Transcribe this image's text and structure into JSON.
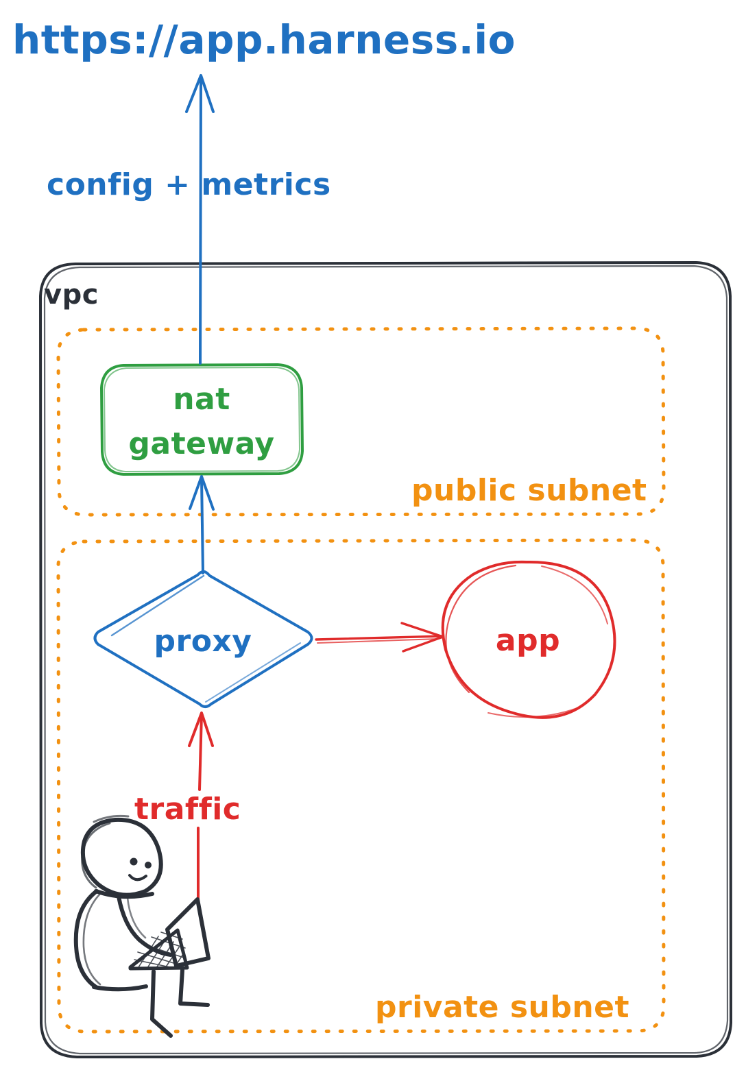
{
  "diagram": {
    "title": "Harness delegate VPC network topology",
    "style": "hand-drawn sketch",
    "background_color": "#ffffff"
  },
  "colors": {
    "blue": "#1f70c1",
    "green": "#2f9e41",
    "orange": "#f29111",
    "red": "#e02b2b",
    "black": "#2b3038"
  },
  "external": {
    "url_label": "https://app.harness.io",
    "url_color": "#1f70c1"
  },
  "edges": {
    "config_metrics_label": "config + metrics",
    "config_metrics_color": "#1f70c1",
    "traffic_label": "traffic",
    "traffic_color": "#e02b2b",
    "proxy_to_app_color": "#e02b2b",
    "proxy_to_nat_color": "#1f70c1",
    "nat_to_internet_color": "#1f70c1"
  },
  "vpc": {
    "label": "vpc",
    "label_color": "#2b3038",
    "border_color": "#2b3038",
    "border_style": "solid-rounded"
  },
  "subnets": [
    {
      "id": "public",
      "label": "public subnet",
      "label_color": "#f29111",
      "border_color": "#f29111",
      "border_style": "dotted-rounded",
      "nodes": [
        {
          "id": "nat-gateway",
          "shape": "rounded-rectangle",
          "label_line1": "nat",
          "label_line2": "gateway",
          "color": "#2f9e41"
        }
      ]
    },
    {
      "id": "private",
      "label": "private subnet",
      "label_color": "#f29111",
      "border_color": "#f29111",
      "border_style": "dotted-rounded",
      "nodes": [
        {
          "id": "proxy",
          "shape": "diamond",
          "label": "proxy",
          "color": "#1f70c1"
        },
        {
          "id": "app",
          "shape": "ellipse",
          "label": "app",
          "color": "#e02b2b"
        },
        {
          "id": "user",
          "shape": "stick-figure-with-laptop",
          "label": "",
          "color": "#2b3038"
        }
      ]
    }
  ]
}
